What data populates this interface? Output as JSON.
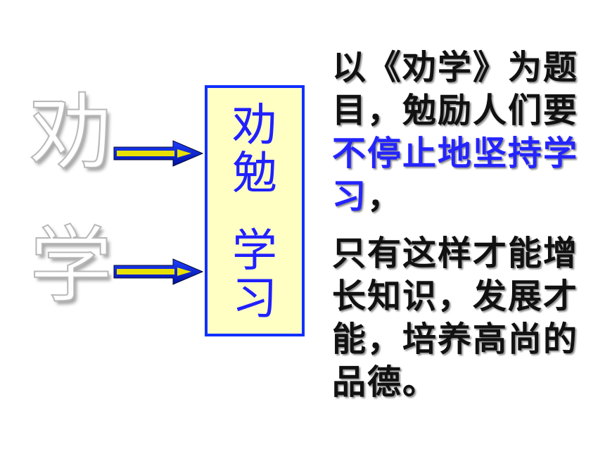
{
  "left_chars": [
    "劝",
    "学"
  ],
  "box_chars": [
    "劝",
    "勉",
    "学",
    "习"
  ],
  "right_text": {
    "p1_part1": "以《劝学》为题目，勉励人们要",
    "p1_highlight": "不停止地坚持学习",
    "p1_end": "，",
    "p2": "只有这样才能增长知识，发展才能，培养高尚的品德。"
  },
  "colors": {
    "box_background": "#ffffc4",
    "box_border": "#1030ff",
    "highlight_text": "#2424ff",
    "arrow_body": "#1a36ff",
    "arrow_stripe": "#e8e000"
  },
  "icons": [
    "arrow-right-icon",
    "arrow-right-icon"
  ]
}
